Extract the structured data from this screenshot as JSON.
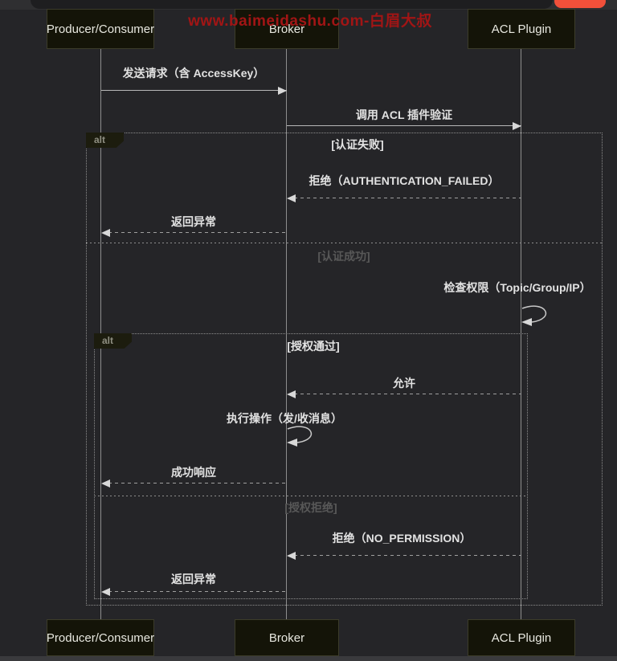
{
  "watermark": {
    "text": "www.baimeidashu.com-白眉大叔",
    "color": "#a11515"
  },
  "actors": [
    "Producer/Consumer",
    "Broker",
    "ACL Plugin"
  ],
  "frames": {
    "outer": {
      "tag": "alt",
      "case_a": "[认证失败]",
      "case_b": "[认证成功]"
    },
    "inner": {
      "tag": "alt",
      "case_a": "[授权通过]",
      "case_b": "[授权拒绝]"
    }
  },
  "messages": {
    "send_request": "发送请求（含 AccessKey）",
    "call_acl": "调用 ACL 插件验证",
    "reject_auth": "拒绝（AUTHENTICATION_FAILED）",
    "return_error_1": "返回异常",
    "check_permission": "检查权限（Topic/Group/IP）",
    "allow": "允许",
    "execute": "执行操作（发/收消息）",
    "success": "成功响应",
    "reject_permission": "拒绝（NO_PERMISSION）",
    "return_error_2": "返回异常"
  },
  "colors": {
    "background": "#252528",
    "actor_fill": "#141408",
    "frame_border": "#8e8e8e",
    "watermark_red": "#a11515",
    "browser_button": "#f2503a"
  }
}
